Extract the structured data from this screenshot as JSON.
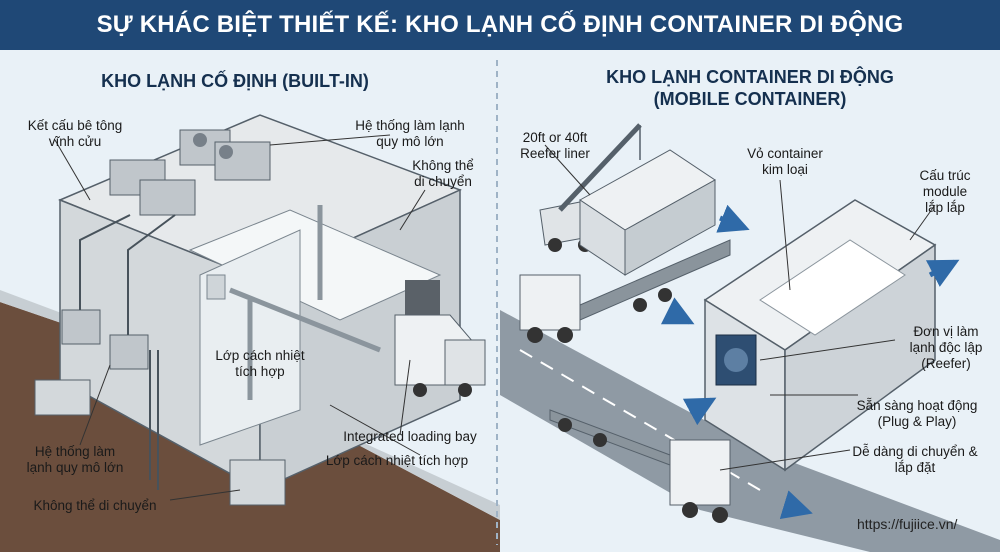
{
  "title": "SỰ KHÁC BIỆT THIẾT KẾ: KHO LẠNH CỐ ĐỊNH CONTAINER DI ĐỘNG",
  "left_panel": {
    "heading": "KHO LẠNH CỐ ĐỊNH (BUILT-IN)",
    "labels": {
      "concrete": [
        "Kết cấu bê tông",
        "vĩnh cửu"
      ],
      "cooling_top": [
        "Hệ thống làm lạnh",
        "quy mô lớn"
      ],
      "immovable_top": [
        "Không thể",
        "di chuyển"
      ],
      "insulation_inner": [
        "Lớp cách nhiệt",
        "tích hợp"
      ],
      "loading_bay": "Integrated loading bay",
      "insulation_bottom": "Lớp cách nhiệt tích hợp",
      "cooling_bottom": [
        "Hệ thống làm",
        "lạnh quy mô lớn"
      ],
      "immovable_bottom": "Không thể di chuyển"
    }
  },
  "right_panel": {
    "heading": [
      "KHO LẠNH CONTAINER DI ĐỘNG",
      "(MOBILE CONTAINER)"
    ],
    "labels": {
      "reefer_liner": [
        "20ft or 40ft",
        "Reefer liner"
      ],
      "metal_shell": [
        "Vỏ container",
        "kim loại"
      ],
      "modular": [
        "Cấu trúc",
        "module",
        "lắp lắp"
      ],
      "reefer_unit": [
        "Đơn vị làm",
        "lạnh độc lập",
        "(Reefer)"
      ],
      "plug_play": [
        "Sẵn sàng hoạt động",
        "(Plug & Play)"
      ],
      "easy_move": [
        "Dễ dàng di chuyển &",
        "lắp đặt"
      ]
    }
  },
  "website": "https://fujiice.vn/",
  "colors": {
    "banner": "#1f4876",
    "background": "#e9f1f7",
    "ground": "#6b4e3d",
    "concrete": "#d7dbdd",
    "road": "#8f9aa4",
    "arrow": "#2f6aa8"
  }
}
